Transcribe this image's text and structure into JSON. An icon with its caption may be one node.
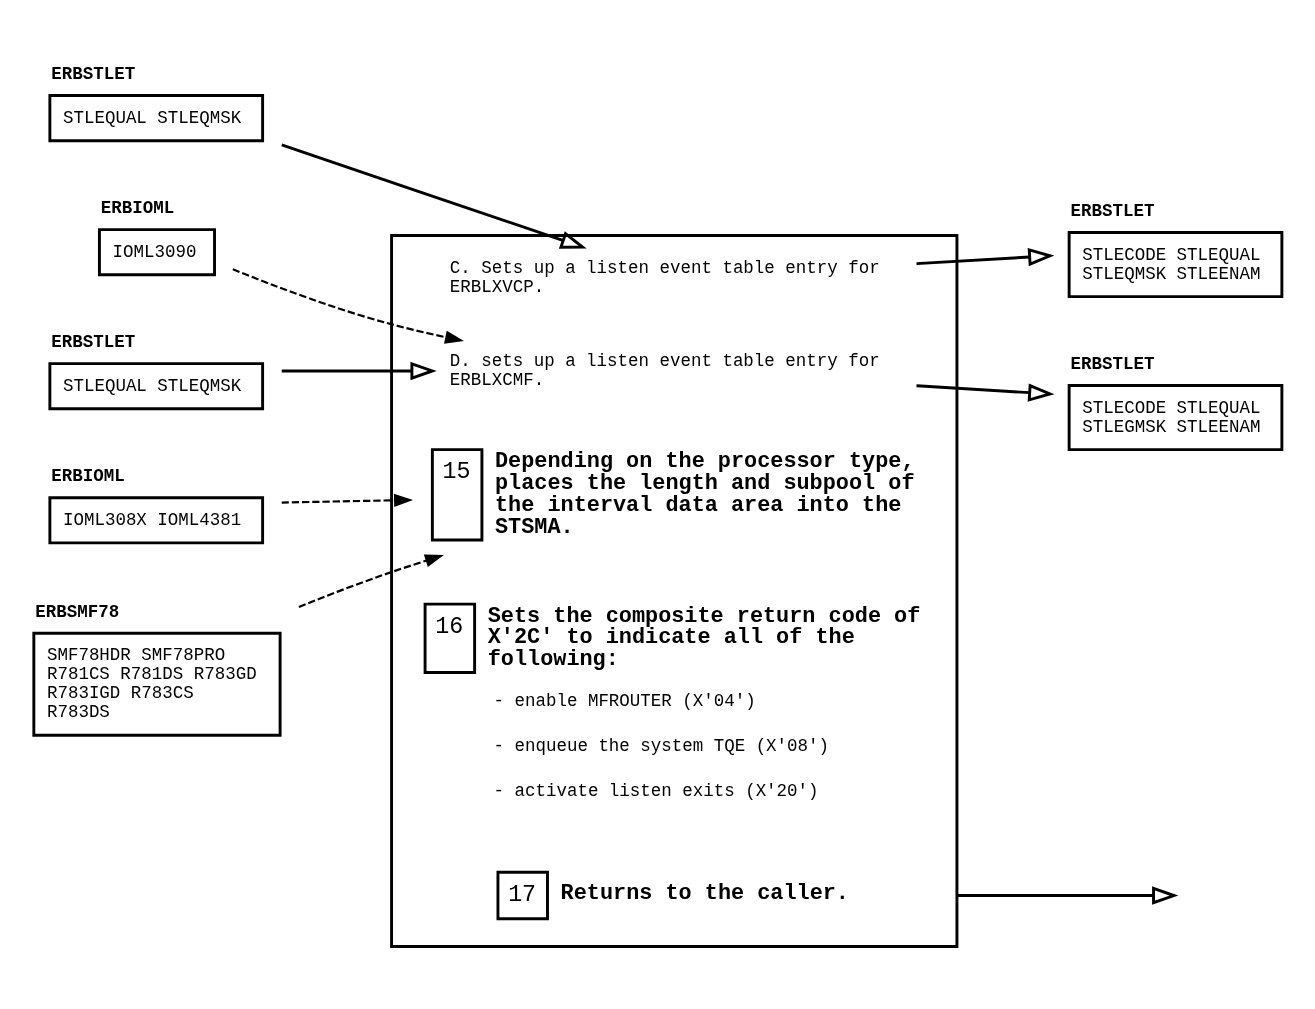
{
  "diagram": {
    "nodes": [
      {
        "text": [
          "ERBSTLET",
          "STLEQUAL STLEQMSK"
        ]
      },
      {
        "text": [
          "ERBIOML",
          "IOML3090"
        ]
      },
      {
        "text": [
          "ERBSTLET",
          "STLEQUAL STLEQMSK"
        ]
      },
      {
        "text": [
          "ERBIOML",
          "IOML308X IOML4381"
        ]
      },
      {
        "text": [
          "ERBSMF78",
          "SMF78HDR SMF78PRO R781CS R781DS R783GD R783IGD R783CS R783DS"
        ]
      },
      {
        "text": [],
        "shape": "box"
      },
      {
        "text": [
          "C. Sets up a listen event table entry for ERBLXVCP."
        ],
        "in": 5
      },
      {
        "text": [
          "D. sets up a listen event table entry for ERBLXCMF."
        ],
        "in": 5
      },
      {
        "text": [
          "15"
        ],
        "in": 5,
        "beside": [
          "Depending on the processor type, places the length and subpool of the interval data area into the STSMA."
        ]
      },
      {
        "text": [
          "16"
        ],
        "in": 5,
        "beside": [
          "Sets the composite return code of X'2C' to indicate all of the following:",
          "- enable MFROUTER (X'04')",
          "- enqueue the system TQE (X'08')",
          "- activate listen exits (X'20')"
        ]
      },
      {
        "text": [
          "17"
        ],
        "in": 5,
        "beside": [
          "Returns to the caller."
        ]
      },
      {
        "text": [
          "ERBSTLET",
          "STLECODE STLEQUAL STLEQMSK STLEENAM"
        ]
      },
      {
        "text": [
          "ERBSTLET",
          "STLECODE STLEQUAL STLEGMSK STLEENAM"
        ]
      }
    ],
    "edges": [
      {
        "from": 0,
        "to": 6,
        "arrow": "to"
      },
      {
        "from": 1,
        "to": 7,
        "arrow": "to",
        "style": "dashed"
      },
      {
        "from": 2,
        "to": 7,
        "arrow": "to"
      },
      {
        "from": 3,
        "to": 8,
        "arrow": "to",
        "style": "dashed"
      },
      {
        "from": 4,
        "to": 8,
        "arrow": "to",
        "style": "dashed"
      },
      {
        "from": 6,
        "to": 11,
        "arrow": "to"
      },
      {
        "from": 7,
        "to": 12,
        "arrow": "to"
      },
      {
        "from": 5,
        "to": null,
        "arrow": "to"
      }
    ]
  }
}
